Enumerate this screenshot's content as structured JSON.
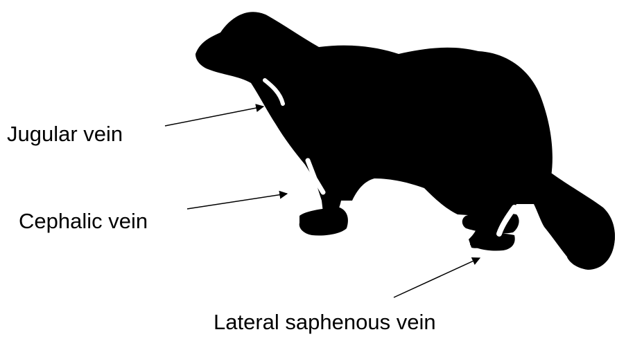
{
  "diagram": {
    "colors": {
      "silhouette": "#000000",
      "vein_marks": "#ffffff",
      "arrows": "#000000",
      "text": "#000000"
    },
    "labels": {
      "jugular": "Jugular vein",
      "cephalic": "Cephalic vein",
      "lateral_saphenous": "Lateral saphenous vein"
    }
  }
}
